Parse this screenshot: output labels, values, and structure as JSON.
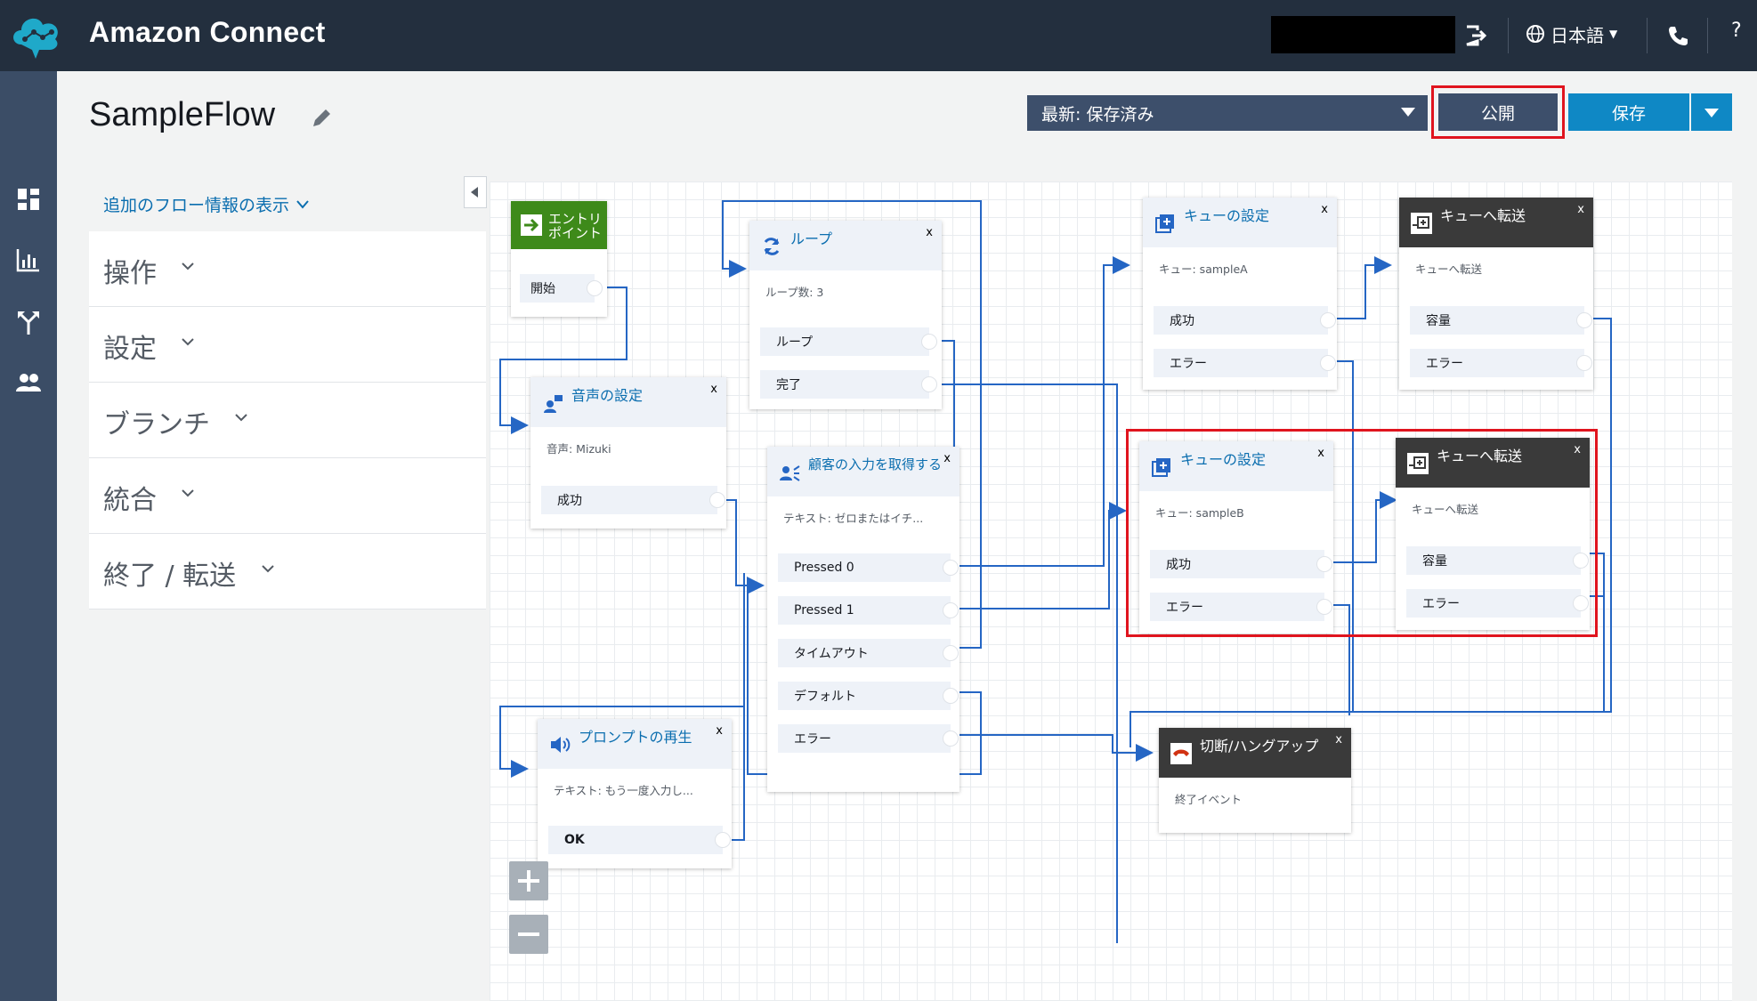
{
  "header": {
    "app_title": "Amazon Connect",
    "language": "日本語",
    "help": "?"
  },
  "flow": {
    "name": "SampleFlow",
    "version_label": "最新: 保存済み",
    "publish_label": "公開",
    "save_label": "保存"
  },
  "panel": {
    "info_link": "追加のフロー情報の表示",
    "categories": [
      "操作",
      "設定",
      "ブランチ",
      "統合",
      "終了 / 転送"
    ]
  },
  "blocks": {
    "entry": {
      "title": "エントリポイント",
      "branches": [
        "開始"
      ]
    },
    "loop": {
      "title": "ループ",
      "close": "x",
      "sub": "ループ数: 3",
      "branches": [
        "ループ",
        "完了"
      ]
    },
    "voice": {
      "title": "音声の設定",
      "close": "x",
      "sub": "音声: Mizuki",
      "branches": [
        "成功"
      ]
    },
    "input": {
      "title": "顧客の入力を取得する",
      "close": "x",
      "sub": "テキスト: ゼロまたはイチ...",
      "branches": [
        "Pressed 0",
        "Pressed 1",
        "タイムアウト",
        "デフォルト",
        "エラー"
      ]
    },
    "prompt": {
      "title": "プロンプトの再生",
      "close": "x",
      "sub": "テキスト: もう一度入力し...",
      "branches": [
        "OK"
      ]
    },
    "queueA": {
      "title": "キューの設定",
      "close": "x",
      "sub": "キュー: sampleA",
      "branches": [
        "成功",
        "エラー"
      ]
    },
    "transferA": {
      "title": "キューへ転送",
      "close": "x",
      "sub": "キューへ転送",
      "branches": [
        "容量",
        "エラー"
      ]
    },
    "queueB": {
      "title": "キューの設定",
      "close": "x",
      "sub": "キュー: sampleB",
      "branches": [
        "成功",
        "エラー"
      ]
    },
    "transferB": {
      "title": "キューへ転送",
      "close": "x",
      "sub": "キューへ転送",
      "branches": [
        "容量",
        "エラー"
      ]
    },
    "hangup": {
      "title": "切断/ハングアップ",
      "close": "x",
      "sub": "終了イベント"
    }
  },
  "colors": {
    "topbar": "#232f3e",
    "nav": "#3b4d66",
    "accent": "#0f88c5",
    "highlight": "#e0141e",
    "wire": "#2566c4"
  }
}
